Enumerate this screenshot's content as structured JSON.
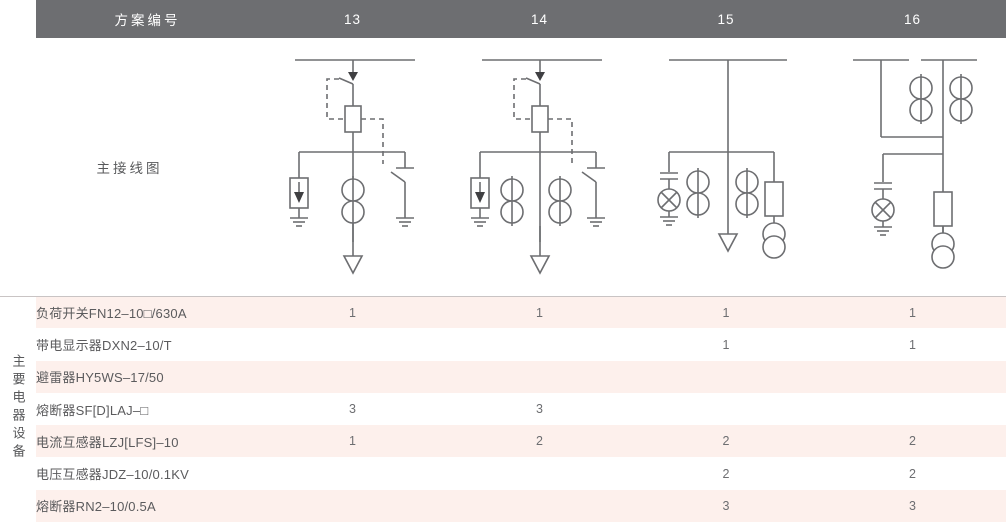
{
  "table": {
    "header": {
      "row_label": "方案编号",
      "scheme_numbers": [
        "13",
        "14",
        "15",
        "16"
      ]
    },
    "diagram_row": {
      "label": "主接线图"
    },
    "side_label": "主要电器设备",
    "equipment_rows": [
      {
        "name": "负荷开关FN12–10□/630A",
        "values": [
          "1",
          "1",
          "1",
          "1"
        ]
      },
      {
        "name": "带电显示器DXN2–10/T",
        "values": [
          "",
          "",
          "1",
          "1"
        ]
      },
      {
        "name": "避雷器HY5WS–17/50",
        "values": [
          "",
          "",
          "",
          ""
        ]
      },
      {
        "name": "熔断器SF[D]LAJ–□",
        "values": [
          "3",
          "3",
          "",
          ""
        ]
      },
      {
        "name": "电流互感器LZJ[LFS]–10",
        "values": [
          "1",
          "2",
          "2",
          "2"
        ]
      },
      {
        "name": "电压互感器JDZ–10/0.1KV",
        "values": [
          "",
          "",
          "2",
          "2"
        ]
      },
      {
        "name": "熔断器RN2–10/0.5A",
        "values": [
          "",
          "",
          "3",
          "3"
        ]
      }
    ]
  },
  "colors": {
    "header_bg": "#6d6e71",
    "header_text": "#ffffff",
    "stripe_bg": "#fdf0ec",
    "plain_bg": "#ffffff",
    "text": "#58595b",
    "line": "#6d6e71"
  },
  "diagrams": [
    {
      "scheme": "13",
      "symbols": [
        "busbar",
        "disconnect-switch",
        "fuse",
        "surge-arrester",
        "ground",
        "current-transformer",
        "earthing-switch",
        "cable-outgoing-arrow"
      ]
    },
    {
      "scheme": "14",
      "symbols": [
        "busbar",
        "disconnect-switch",
        "fuse",
        "surge-arrester",
        "ground",
        "current-transformer",
        "current-transformer",
        "earthing-switch",
        "cable-outgoing-arrow"
      ]
    },
    {
      "scheme": "15",
      "symbols": [
        "busbar",
        "live-display-indicator",
        "current-transformer",
        "current-transformer",
        "fuse",
        "voltage-transformer",
        "cable-outgoing-arrow"
      ]
    },
    {
      "scheme": "16",
      "symbols": [
        "busbar",
        "busbar",
        "current-transformer",
        "current-transformer",
        "live-display-indicator",
        "fuse",
        "voltage-transformer"
      ]
    }
  ]
}
